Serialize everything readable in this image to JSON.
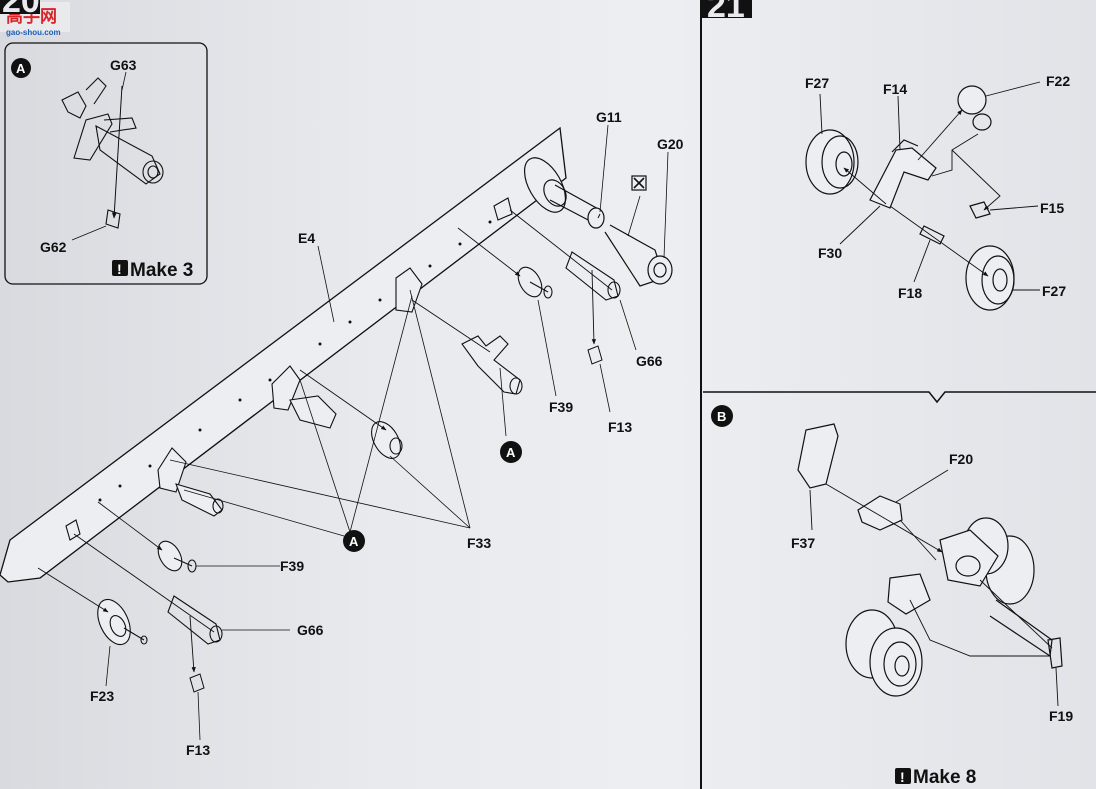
{
  "watermark": {
    "main": "高手网",
    "url": "gao-shou.com"
  },
  "steps": {
    "left": "20",
    "right": "21"
  },
  "detail_a": {
    "badge": "A",
    "labels": {
      "g63": "G63",
      "g62": "G62"
    },
    "make": "Make 3"
  },
  "main": {
    "labels": {
      "e4": "E4",
      "g11": "G11",
      "g20": "G20",
      "g66_top": "G66",
      "f39_top": "F39",
      "f13_top": "F13",
      "a_callout_top": "A",
      "f33": "F33",
      "a_callout_mid": "A",
      "f39_bottom": "F39",
      "g66_bottom": "G66",
      "f23": "F23",
      "f13_bottom": "F13"
    }
  },
  "step21": {
    "labels": {
      "f27_top": "F27",
      "f14": "F14",
      "f22": "F22",
      "f15": "F15",
      "f30": "F30",
      "f18": "F18",
      "f27_bottom": "F27"
    }
  },
  "detail_b": {
    "badge": "B",
    "labels": {
      "f20": "F20",
      "f37": "F37",
      "f19": "F19"
    },
    "make": "Make 8"
  },
  "colors": {
    "paper": "#e9eaee",
    "ink": "#111111",
    "watermark_red": "#d8252b",
    "watermark_blue": "#1e5fb8"
  }
}
